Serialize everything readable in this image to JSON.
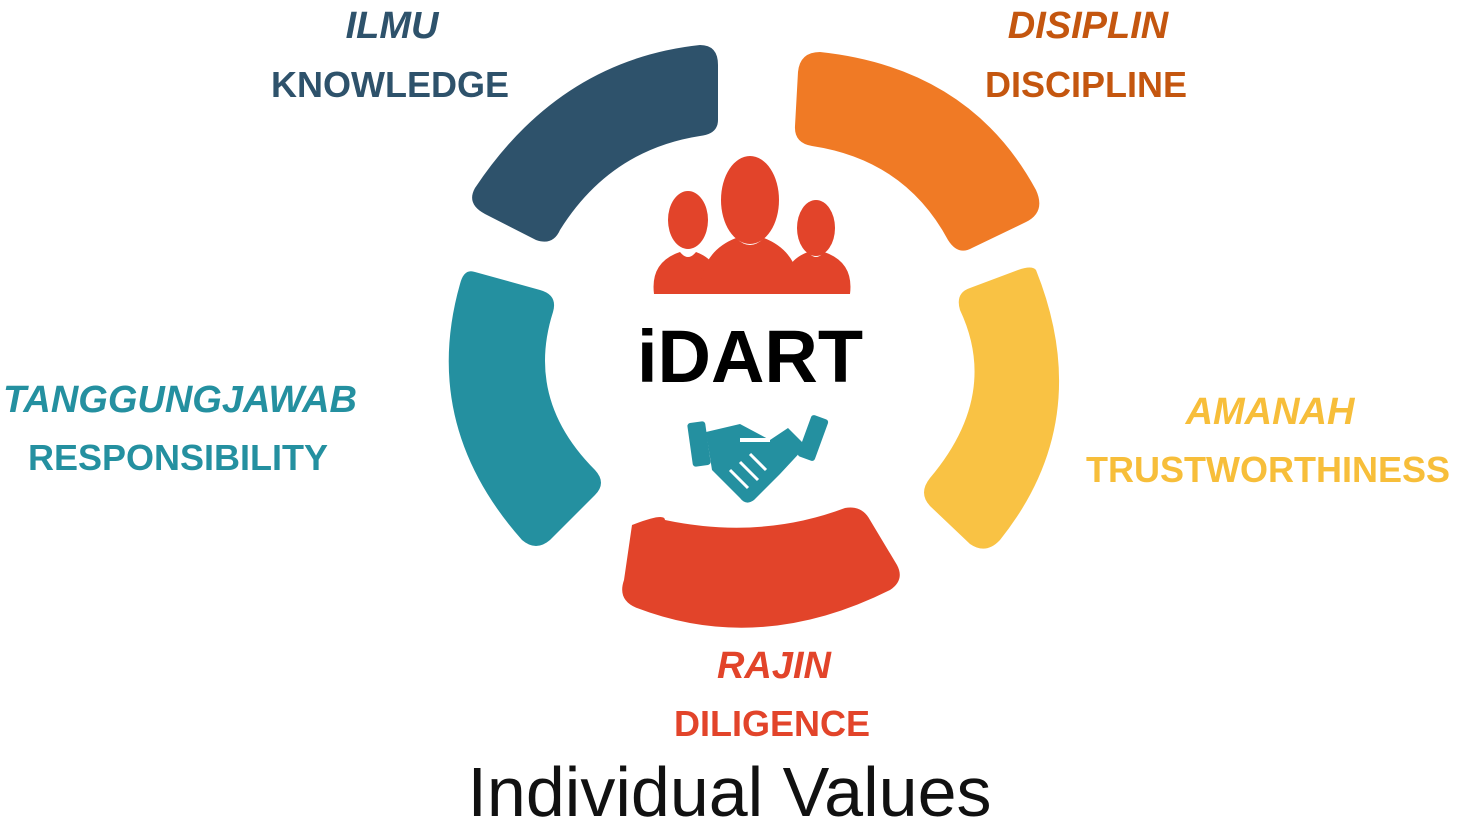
{
  "center": {
    "title": "iDART",
    "people_icon": "group-of-people-icon",
    "handshake_icon": "handshake-icon",
    "people_color": "#E2442A",
    "title_color": "#000000",
    "handshake_color": "#2490A0"
  },
  "values": [
    {
      "id": "knowledge",
      "local": "ILMU",
      "english": "KNOWLEDGE",
      "color": "#2E526B",
      "text_color": "#2E526B"
    },
    {
      "id": "discipline",
      "local": "DISIPLIN",
      "english": "DISCIPLINE",
      "color": "#F07A25",
      "text_color": "#C4560F"
    },
    {
      "id": "trustworthiness",
      "local": "AMANAH",
      "english": "TRUSTWORTHINESS",
      "color": "#F9C244",
      "text_color": "#F7BE3A"
    },
    {
      "id": "diligence",
      "local": "RAJIN",
      "english": "DILIGENCE",
      "color": "#E2442A",
      "text_color": "#E2442A"
    },
    {
      "id": "responsibility",
      "local": "TANGGUNGJAWAB",
      "english": "RESPONSIBILITY",
      "color": "#2490A0",
      "text_color": "#2490A0"
    }
  ],
  "footer": {
    "title": "Individual Values"
  }
}
